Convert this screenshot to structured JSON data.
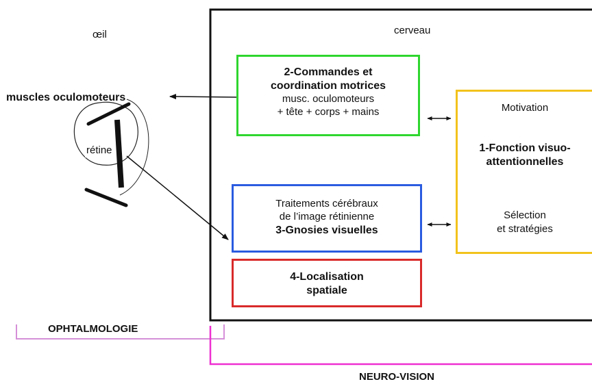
{
  "labels": {
    "oeil": "œil",
    "cerveau": "cerveau",
    "muscles": "muscles oculomoteurs",
    "retine": "rétine",
    "ophtalmologie": "OPHTALMOLOGIE",
    "neuro_vision": "NEURO-VISION"
  },
  "boxes": {
    "commandes": {
      "title_line1": "2-Commandes et",
      "title_line2": "coordination motrices",
      "line3": "musc. oculomoteurs",
      "line4": "+ tête + corps + mains",
      "color": "#2fd62f"
    },
    "gnosies": {
      "line1": "Traitements cérébraux",
      "line2": "de l’image rétinienne",
      "title": "3-Gnosies visuelles",
      "color": "#2a5be0"
    },
    "localisation": {
      "title_line1": "4-Localisation",
      "title_line2": "spatiale",
      "color": "#d92a2a"
    },
    "attention": {
      "motivation": "Motivation",
      "title_line1": "1-Fonction visuo-",
      "title_line2": "attentionnelles",
      "selection": "Sélection",
      "strategies": "et stratégies",
      "color": "#f2c21c"
    }
  },
  "brackets": {
    "ophtalmologie_color": "#d58fd8",
    "neuro_vision_color": "#ee2fd0"
  }
}
